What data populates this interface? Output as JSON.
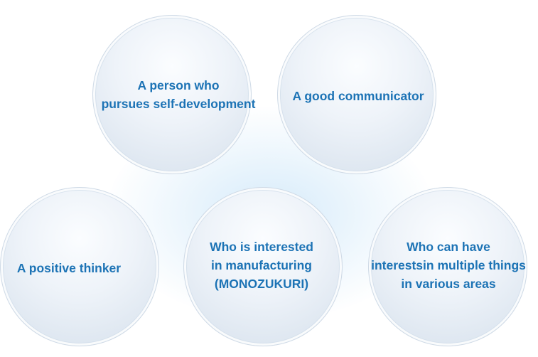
{
  "traits": [
    {
      "id": "self-development",
      "label": "A person who\npursues self-development"
    },
    {
      "id": "communicator",
      "label": "A good communicator"
    },
    {
      "id": "positive-thinker",
      "label": "A positive thinker"
    },
    {
      "id": "manufacturing",
      "label": "Who is interested\nin manufacturing\n(MONOZUKURI)"
    },
    {
      "id": "multiple-interests",
      "label": "Who can have\ninterestsin multiple things\nin various areas"
    }
  ],
  "colors": {
    "text": "#1c73b5",
    "circle_fill": "#e6edf5",
    "circle_border": "#cfdae6",
    "glow": "#c8e4f8",
    "background": "#ffffff"
  }
}
